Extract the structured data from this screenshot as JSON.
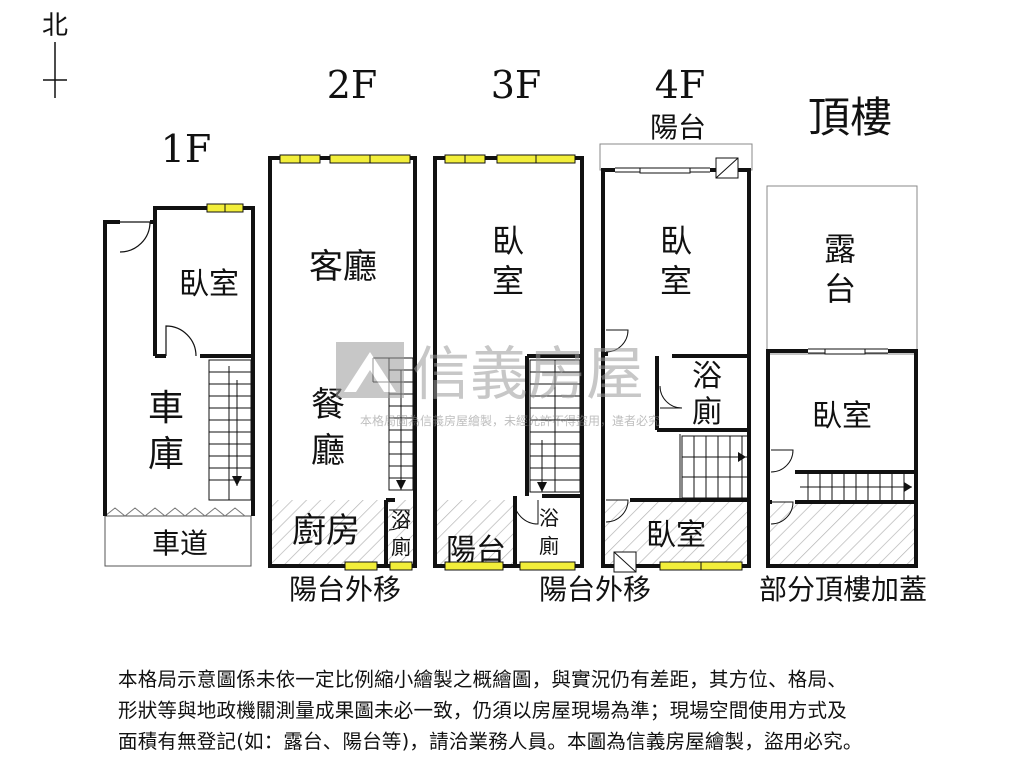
{
  "compass": {
    "label": "北"
  },
  "floors": {
    "f1": {
      "title": "1F",
      "rooms": {
        "bedroom": "臥室",
        "garage_1": "車",
        "garage_2": "庫",
        "driveway": "車道"
      }
    },
    "f2": {
      "title": "2F",
      "rooms": {
        "living": "客廳",
        "dining_1": "餐",
        "dining_2": "廳",
        "kitchen": "廚房",
        "bath_1": "浴",
        "bath_2": "廁"
      },
      "note": "陽台外移"
    },
    "f3": {
      "title": "3F",
      "rooms": {
        "bedroom_1": "臥",
        "bedroom_2": "室",
        "balcony": "陽台",
        "bath_1": "浴",
        "bath_2": "廁"
      },
      "note": "陽台外移"
    },
    "f4": {
      "title": "4F",
      "balcony": "陽台",
      "rooms": {
        "bedroom_1": "臥",
        "bedroom_2": "室",
        "bath_1": "浴",
        "bath_2": "廁",
        "bedroom_lower": "臥室"
      }
    },
    "roof": {
      "title": "頂樓",
      "rooms": {
        "terrace_1": "露",
        "terrace_2": "台",
        "bedroom": "臥室"
      },
      "note": "部分頂樓加蓋"
    }
  },
  "watermark": {
    "brand": "信義房屋",
    "sub": "本格局圖為信義房屋繪製，未經允許不得盜用，違者必究"
  },
  "disclaimer": {
    "line1": "本格局示意圖係未依一定比例縮小繪製之概繪圖，與實況仍有差距，其方位、格局、",
    "line2": "形狀等與地政機關測量成果圖未必一致，仍須以房屋現場為準；現場空間使用方式及",
    "line3": "面積有無登記(如：露台、陽台等)，請洽業務人員。本圖為信義房屋繪製，盜用必究。"
  },
  "colors": {
    "wall": "#111111",
    "window": "#f2ee3a",
    "hatch": "#b5b5b5",
    "watermark": "#9a9a9a"
  }
}
